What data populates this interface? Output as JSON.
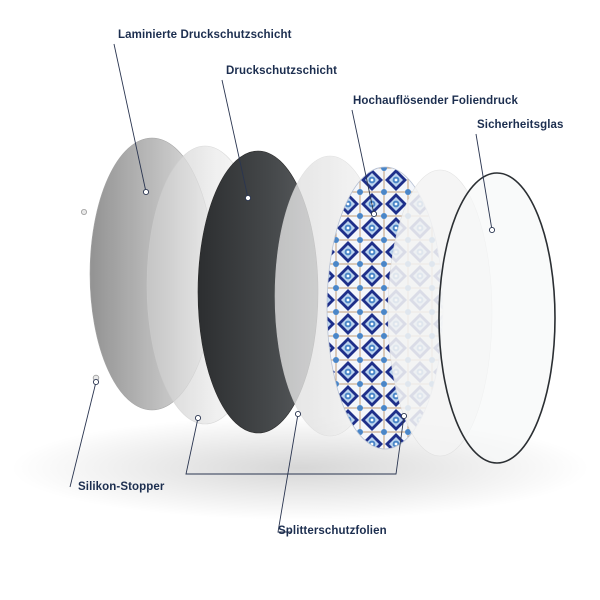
{
  "labels": {
    "laminated_layer": "Laminierte Druckschutzschicht",
    "protection_layer": "Druckschutzschicht",
    "print_layer": "Hochauflösender Foliendruck",
    "safety_glass": "Sicherheitsglas",
    "silicone_stopper": "Silikon-Stopper",
    "splinter_foils": "Splitterschutzfolien"
  },
  "colors": {
    "label_text": "#1c2e4f",
    "leader_line": "#2a3550",
    "tile_dark_blue": "#1e2f8a",
    "tile_mid_blue": "#4a86c8",
    "tile_light_blue": "#bcd4ee",
    "dark_layer": "#3b3d3f"
  },
  "icons": {
    "stopper": "silicone-stopper-dot",
    "pattern": "azulejo-tile-pattern"
  }
}
